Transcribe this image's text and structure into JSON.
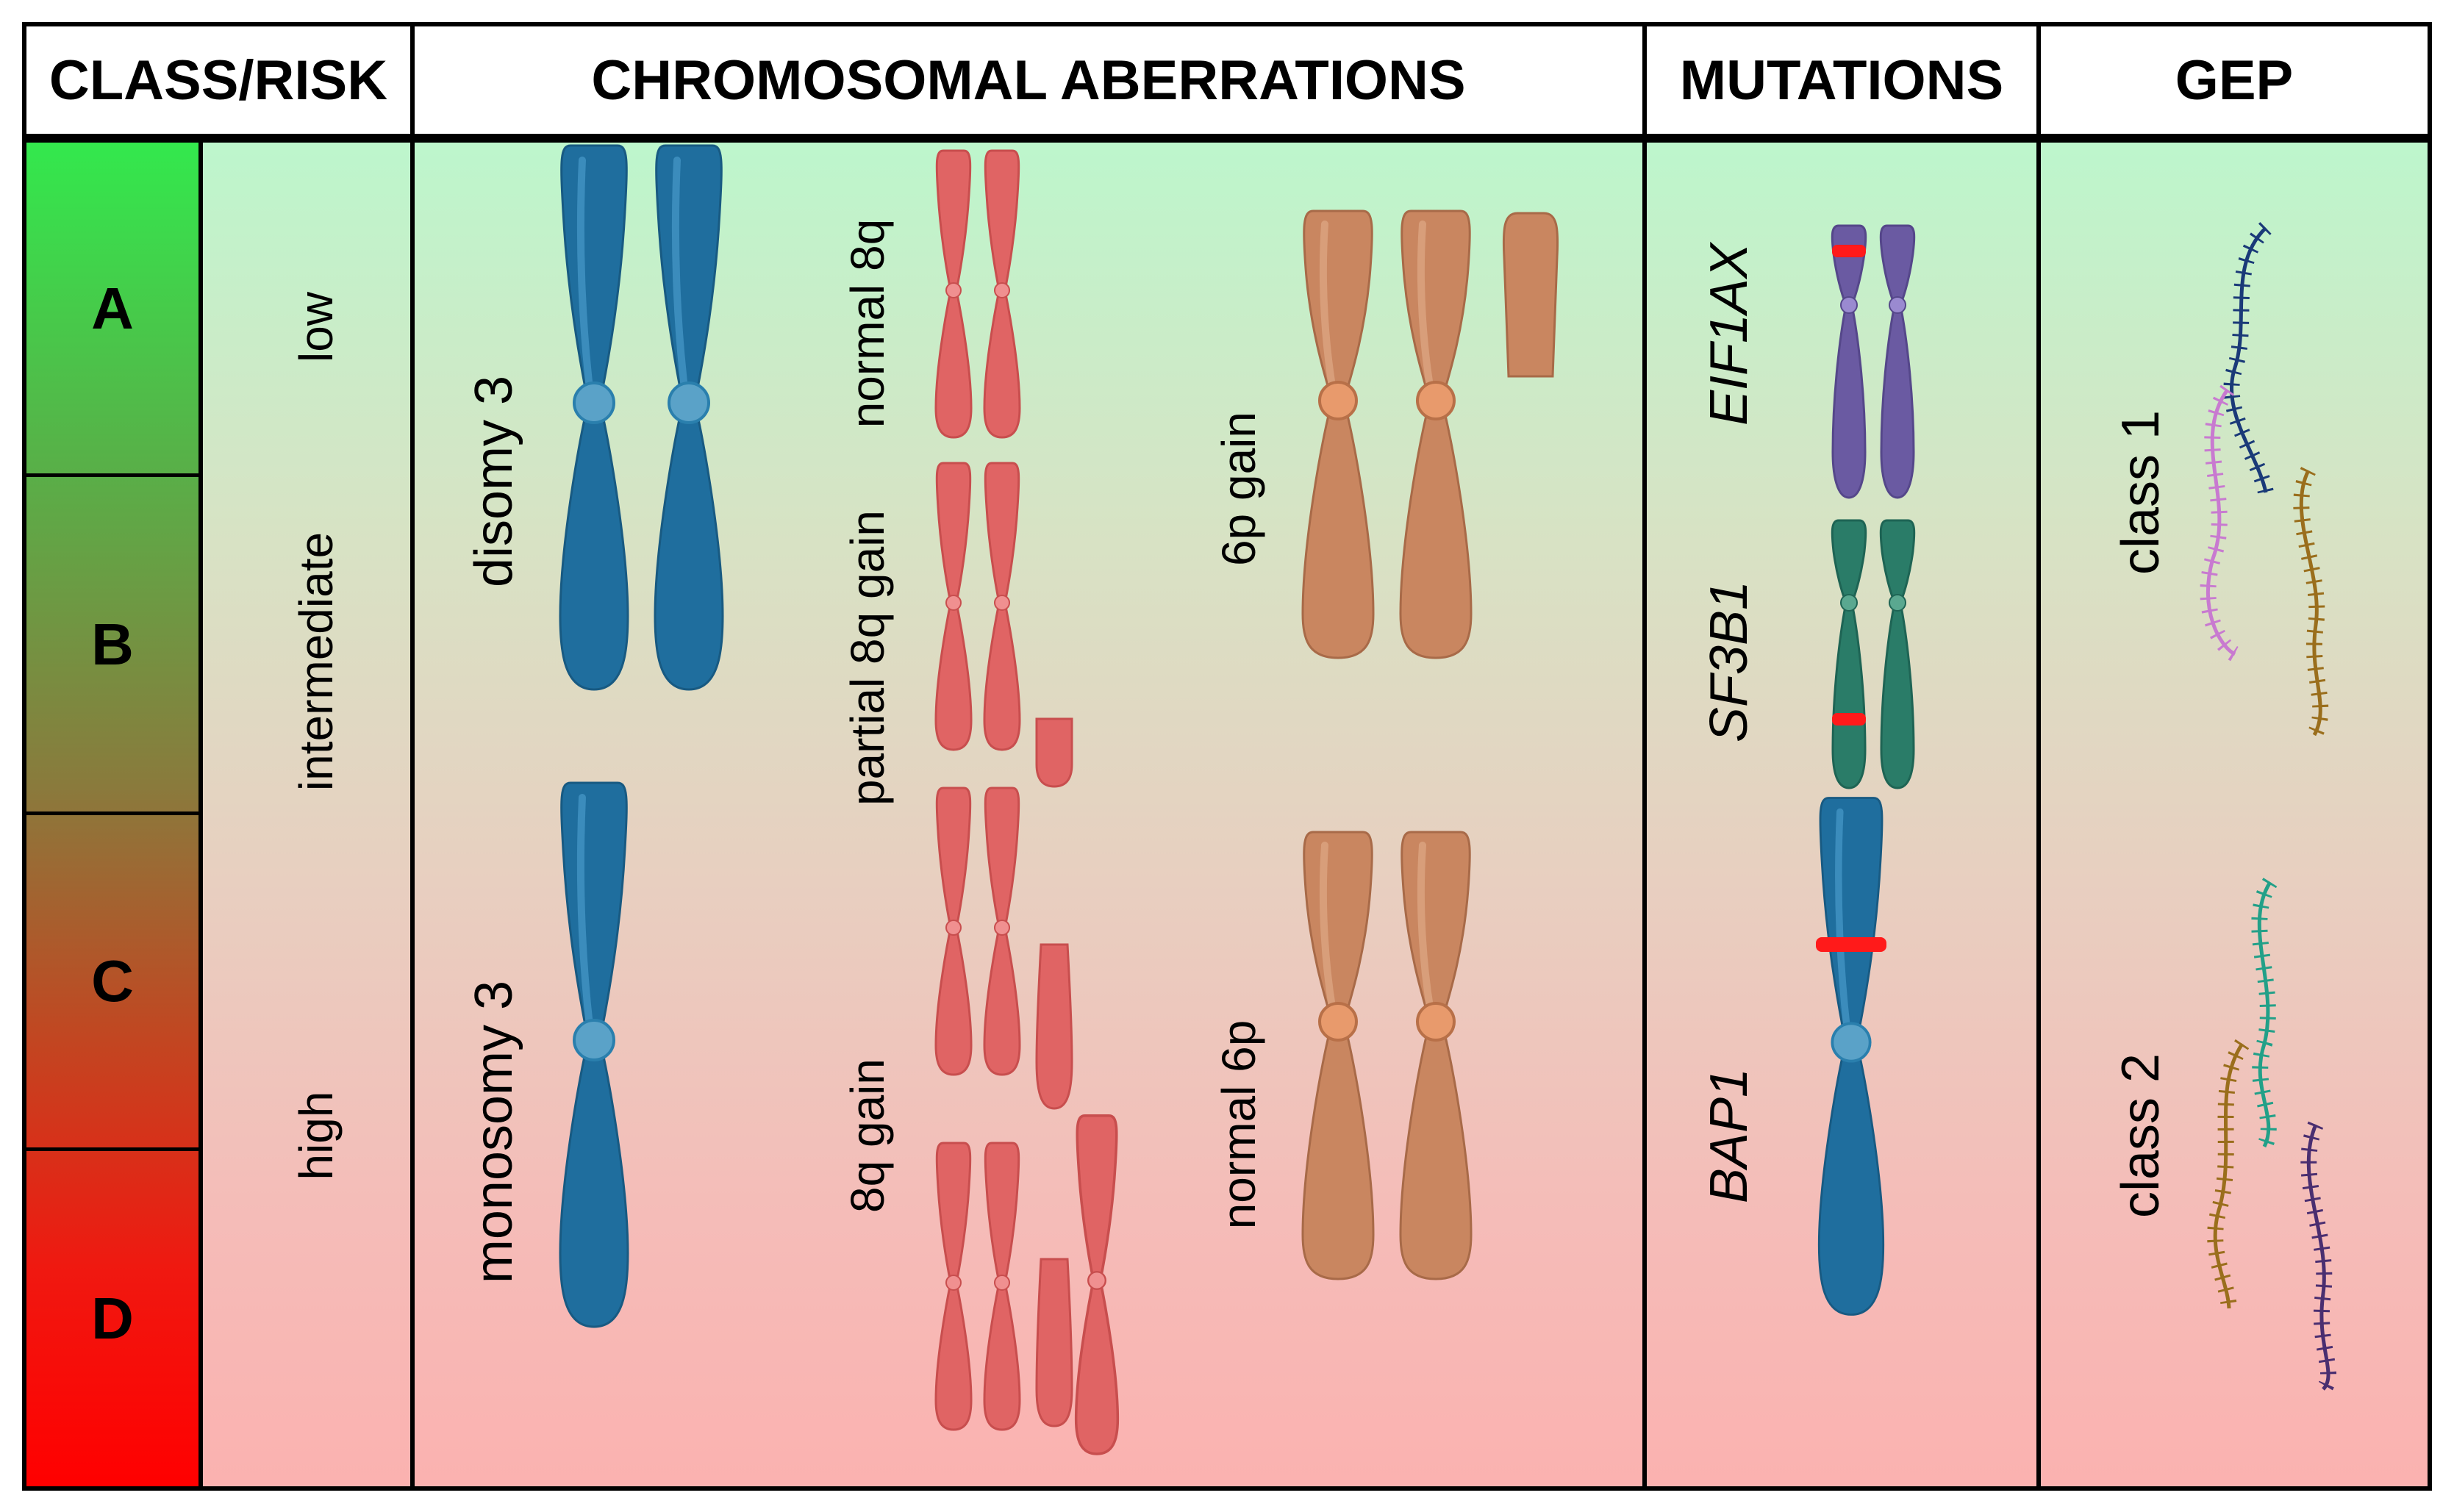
{
  "headers": {
    "class_risk": "CLASS/RISK",
    "chromosomal_aberrations": "CHROMOSOMAL ABERRATIONS",
    "mutations": "MUTATIONS",
    "gep": "GEP"
  },
  "classes": [
    "A",
    "B",
    "C",
    "D"
  ],
  "risk_levels": {
    "low": "low",
    "intermediate": "intermediate",
    "high": "high"
  },
  "chromosome3": {
    "disomy": "disomy 3",
    "monosomy": "monosomy 3"
  },
  "chromosome8q": {
    "normal": "normal 8q",
    "partial_gain": "partial 8q gain",
    "gain": "8q gain"
  },
  "chromosome6p": {
    "gain": "6p gain",
    "normal": "normal 6p"
  },
  "mutations": {
    "eif1ax": "EIF1AX",
    "sf3b1": "SF3B1",
    "bap1": "BAP1"
  },
  "gep": {
    "class1": "class 1",
    "class2": "class 2"
  },
  "colors": {
    "class_gradient_top": "#33e84d",
    "class_gradient_bottom": "#ff0000",
    "panel_gradient_top": "#bdf6cc",
    "panel_gradient_bottom": "#fbb2b0",
    "chromosome3": "#1f6e9e",
    "chromosome8": "#e06464",
    "chromosome6": "#c98660",
    "eif1ax_chromosome": "#6a5aa2",
    "sf3b1_chromosome": "#2a7c68",
    "mutation_mark": "#ff1a1a"
  }
}
